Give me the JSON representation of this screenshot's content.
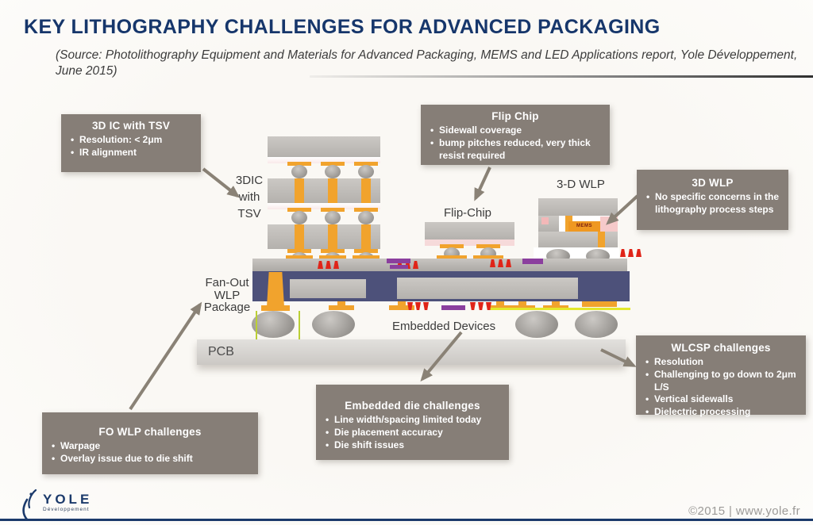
{
  "header": {
    "title": "KEY LITHOGRAPHY CHALLENGES FOR ADVANCED PACKAGING",
    "source": "(Source: Photolithography Equipment and Materials for Advanced Packaging, MEMS and LED Applications report, Yole Développement, June 2015)"
  },
  "callouts": [
    {
      "title": "3D IC with TSV",
      "bullets": [
        "Resolution: < 2μm",
        "IR alignment"
      ]
    },
    {
      "title": "Flip Chip",
      "bullets": [
        "Sidewall coverage",
        "bump pitches reduced, very thick resist required"
      ]
    },
    {
      "title": "3D WLP",
      "bullets": [
        "No specific concerns in the lithography process steps"
      ]
    },
    {
      "title": "WLCSP challenges",
      "bullets": [
        "Resolution",
        "Challenging to go down to 2μm L/S",
        "Vertical sidewalls",
        "Dielectric processing"
      ]
    },
    {
      "title": "Embedded die challenges",
      "bullets": [
        "Line width/spacing limited today",
        "Die placement accuracy",
        "Die shift issues"
      ]
    },
    {
      "title": "FO WLP challenges",
      "bullets": [
        "Warpage",
        "Overlay issue due to die shift"
      ]
    }
  ],
  "diagram_labels": {
    "stack3dic": [
      "3DIC",
      "with",
      "TSV"
    ],
    "flipchip": "Flip-Chip",
    "wlp3d": "3-D WLP",
    "fanout": [
      "Fan-Out",
      "WLP",
      "Package"
    ],
    "embedded": "Embedded Devices",
    "pcb": "PCB",
    "mems": "MEMS"
  },
  "footer": {
    "logo_name": "YOLE",
    "logo_sub": "Développement",
    "copyright": "©2015 | www.yole.fr"
  },
  "palette": {
    "title_blue": "#16366B",
    "callout_gray": "#867E77",
    "mold_navy": "#4D517A",
    "copper_orange": "#F1A32D",
    "die_gray": "#C2BFBA",
    "pcb_gray": "#DAD7D3",
    "bump_red": "#E02418",
    "passive_purple": "#8B3F9E",
    "arrow_gray": "#8A8276"
  }
}
